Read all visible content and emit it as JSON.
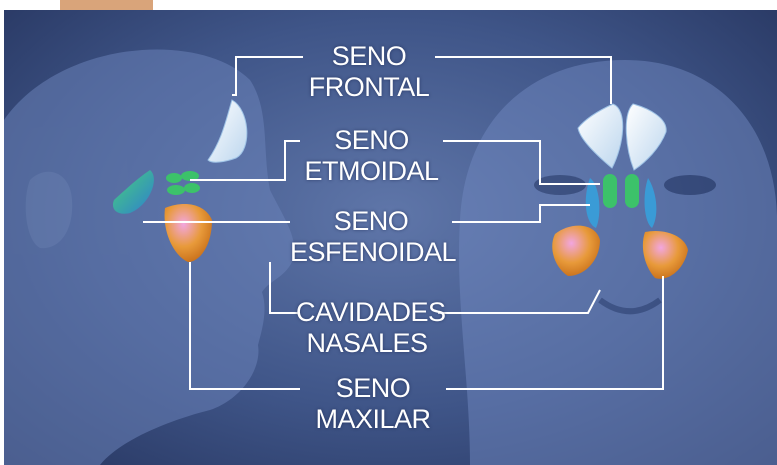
{
  "labels": {
    "frontal": {
      "line1": "SENO",
      "line2": "FRONTAL"
    },
    "etmoidal": {
      "line1": "SENO",
      "line2": "ETMOIDAL"
    },
    "esfenoidal": {
      "line1": "SENO",
      "line2": "ESFENOIDAL"
    },
    "cavidades": {
      "line1": "CAVIDADES",
      "line2": "NASALES"
    },
    "maxilar": {
      "line1": "SENO",
      "line2": "MAXILAR"
    }
  },
  "colors": {
    "background": "#3f5588",
    "frontal": "#e8f1fb",
    "etmoidal": "#3cc26a",
    "esfenoidal": "#3a9bd6",
    "maxilar": "#e89a3a",
    "maxilar_highlight": "#e98bd0",
    "leader_lines": "#ffffff"
  }
}
